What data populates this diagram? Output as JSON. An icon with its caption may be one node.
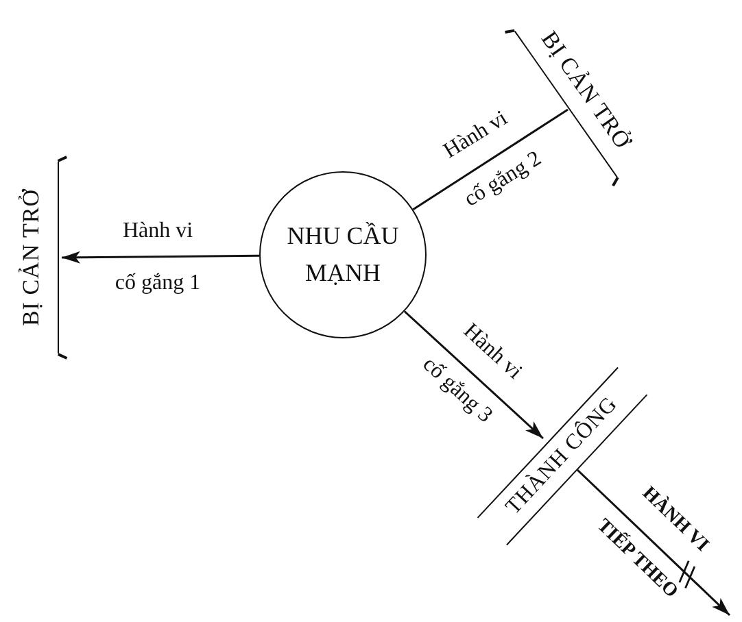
{
  "diagram": {
    "nodes": [
      {
        "text": [
          "NHU CẦU MẠNH"
        ]
      },
      {
        "text": [
          "BỊ CẢN TRỞ"
        ]
      },
      {
        "text": [
          "BỊ CẢN TRỞ"
        ]
      },
      {
        "text": [
          "THÀNH CÔNG"
        ]
      }
    ],
    "edges": [
      {
        "from": 0,
        "to": 1,
        "arrow": "to",
        "label": "Hành vi cố gắng 1"
      },
      {
        "from": 0,
        "to": 2,
        "arrow": "none",
        "label": "Hành vi cố gắng 2"
      },
      {
        "from": 0,
        "to": 3,
        "arrow": "to",
        "label": "Hành vi cố gắng 3"
      },
      {
        "from": 3,
        "to": null,
        "arrow": "to",
        "label": "HÀNH VI TIẾP THEO"
      }
    ]
  }
}
